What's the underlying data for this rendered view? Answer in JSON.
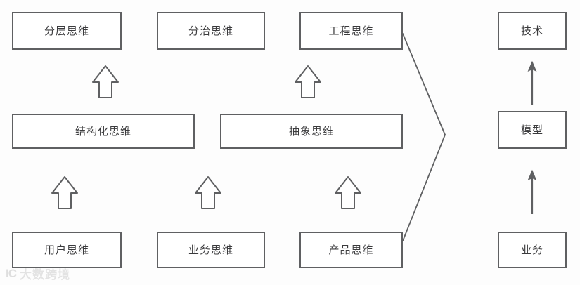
{
  "diagram": {
    "title": "thinking-skills-to-technology-diagram",
    "background_color": "#fdfdfd",
    "box_border_color": "#5f6062",
    "text_color": "#3b3b3d",
    "connector_color": "#5f6062",
    "rows": {
      "top": {
        "label": "top-row",
        "nodes": [
          {
            "id": "layered-thinking",
            "label": "分层思维"
          },
          {
            "id": "divide-conquer-thinking",
            "label": "分治思维"
          },
          {
            "id": "engineering-thinking",
            "label": "工程思维"
          }
        ]
      },
      "middle": {
        "label": "middle-row",
        "nodes": [
          {
            "id": "structured-thinking",
            "label": "结构化思维"
          },
          {
            "id": "abstract-thinking",
            "label": "抽象思维"
          }
        ]
      },
      "bottom": {
        "label": "bottom-row",
        "nodes": [
          {
            "id": "user-thinking",
            "label": "用户思维"
          },
          {
            "id": "business-thinking",
            "label": "业务思维"
          },
          {
            "id": "product-thinking",
            "label": "产品思维"
          }
        ]
      },
      "right_column": {
        "label": "right-column",
        "nodes": [
          {
            "id": "technology",
            "label": "技术"
          },
          {
            "id": "model",
            "label": "模型"
          },
          {
            "id": "business",
            "label": "业务"
          }
        ]
      }
    },
    "block_arrows": [
      {
        "id": "arrow-structured-to-layered",
        "direction": "up",
        "icon": "block-arrow-up-icon"
      },
      {
        "id": "arrow-abstract-to-engineering",
        "direction": "up",
        "icon": "block-arrow-up-icon"
      },
      {
        "id": "arrow-user-to-structured",
        "direction": "up",
        "icon": "block-arrow-up-icon"
      },
      {
        "id": "arrow-business-to-structured",
        "direction": "up",
        "icon": "block-arrow-up-icon"
      },
      {
        "id": "arrow-product-to-abstract",
        "direction": "up",
        "icon": "block-arrow-up-icon"
      }
    ],
    "line_arrows": [
      {
        "id": "arrow-model-to-technology",
        "direction": "up",
        "icon": "line-arrow-up-icon"
      },
      {
        "id": "arrow-business-to-model",
        "direction": "up",
        "icon": "line-arrow-up-icon"
      }
    ],
    "connectors": [
      {
        "id": "converge-connector",
        "icon": "converge-bracket-icon",
        "from": [
          "engineering-thinking",
          "product-thinking"
        ],
        "to": "model"
      }
    ]
  },
  "watermark": {
    "mark": "IC",
    "text": "大数跨境"
  }
}
